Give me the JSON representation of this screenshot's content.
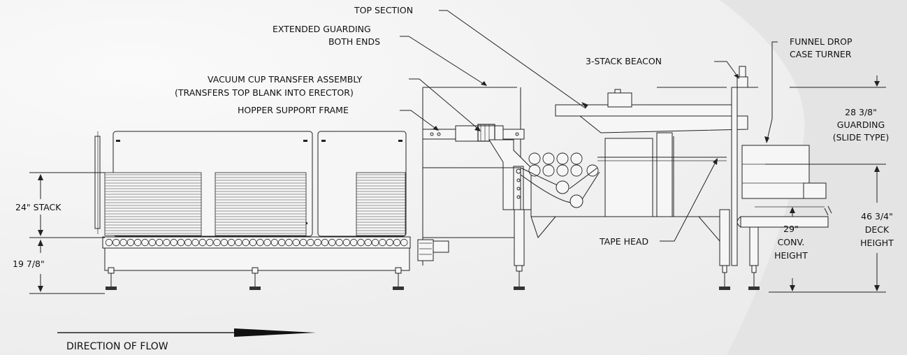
{
  "labels": {
    "top_section": "TOP SECTION",
    "extended_guarding_1": "EXTENDED GUARDING",
    "extended_guarding_2": "BOTH ENDS",
    "vacuum_1": "VACUUM CUP TRANSFER ASSEMBLY",
    "vacuum_2": "(TRANSFERS TOP BLANK INTO ERECTOR)",
    "hopper_frame": "HOPPER SUPPORT FRAME",
    "beacon": "3-STACK BEACON",
    "funnel_1": "FUNNEL DROP",
    "funnel_2": "CASE TURNER",
    "guarding_1": "28 3/8\"",
    "guarding_2": "GUARDING",
    "guarding_3": "(SLIDE TYPE)",
    "stack": "24\" STACK",
    "stack_height": "19 7/8\"",
    "tape_head": "TAPE HEAD",
    "conv_1": "29\"",
    "conv_2": "CONV.",
    "conv_3": "HEIGHT",
    "deck_1": "46 3/4\"",
    "deck_2": "DECK",
    "deck_3": "HEIGHT",
    "direction": "DIRECTION OF FLOW"
  },
  "colors": {
    "line": "#222222",
    "background": "#f2f2f2",
    "watermark": "#e2e2e2"
  }
}
